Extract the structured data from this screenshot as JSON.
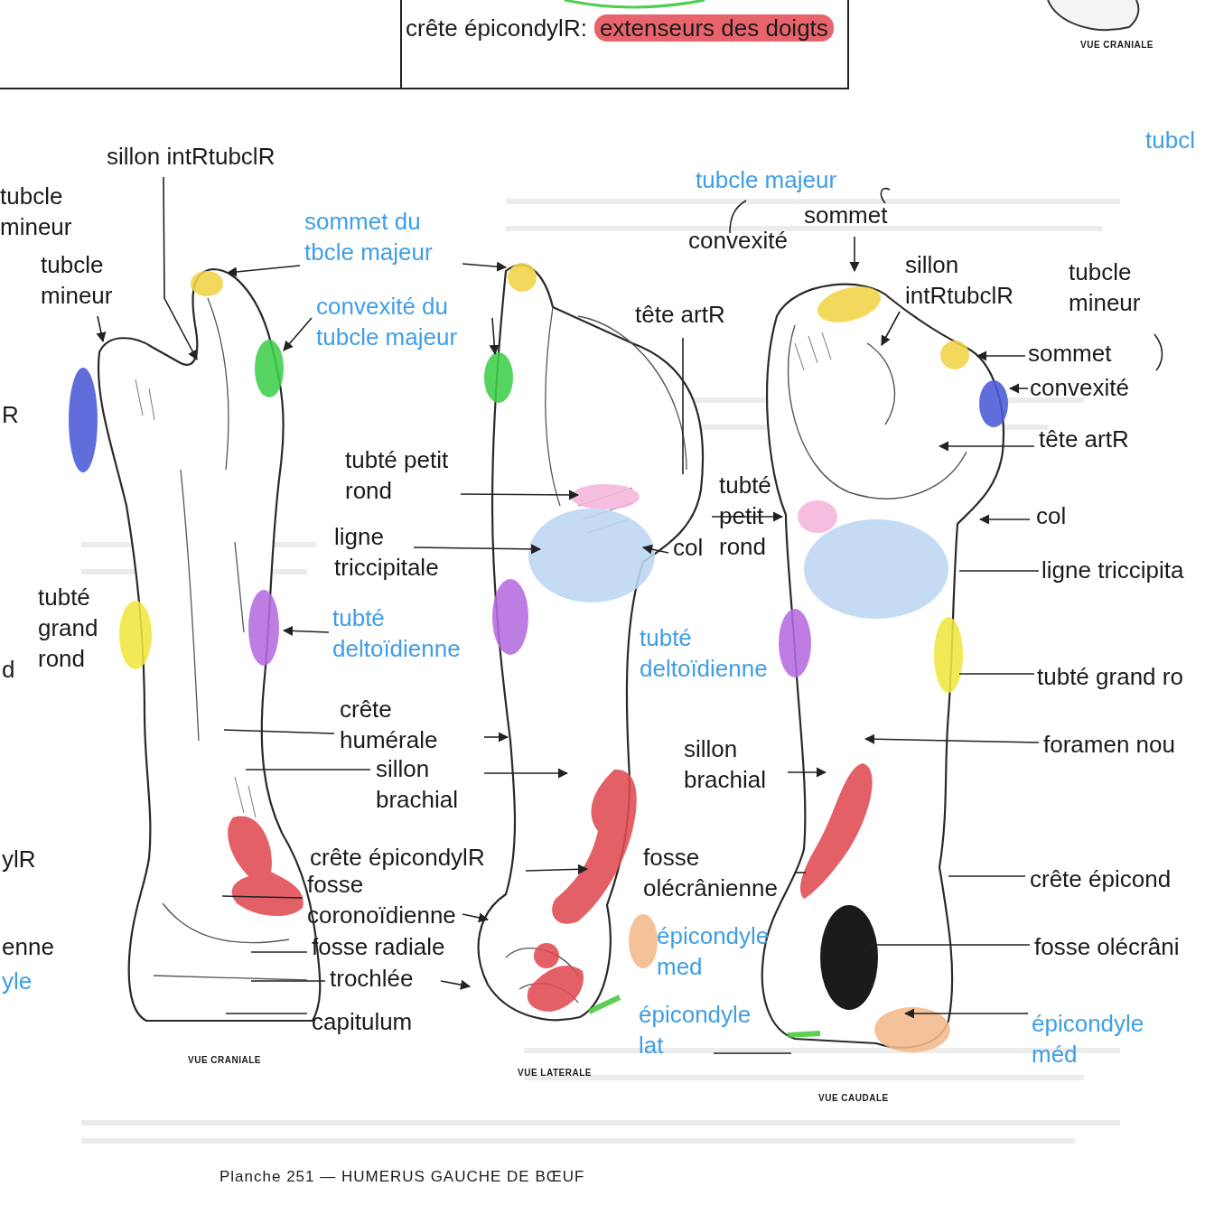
{
  "diagram": {
    "caption": "Planche 251 — HUMERUS GAUCHE DE BŒUF",
    "labels": [
      "crête épicondylR:",
      "extenseurs des doigts",
      "VUE CRANIALE",
      "tubcl",
      "sillon intRtubclR",
      "tubcle mineur",
      "tubcle mineur",
      "sommet du tbcle majeur",
      "convexité du tubcle majeur",
      "R",
      "tubté petit rond",
      "ligne triccipitale",
      "tubté grand rond",
      "tubté deltoïdienne",
      "d",
      "crête humérale",
      "sillon brachial",
      "ylR",
      "crête épicondylR",
      "fosse coronoïdienne",
      "enne",
      "fosse radiale",
      "yle",
      "trochlée",
      "capitulum",
      "VUE CRANIALE",
      "tête artR",
      "tubté petit rond",
      "col",
      "tubté deltoïdienne",
      "sillon brachial",
      "fosse olécrânienne",
      "épicondyle med",
      "épicondyle lat",
      "VUE LATERALE",
      "tubcle majeur",
      "sommet",
      "convexité",
      "sillon intRtubclR",
      "tubcle mineur",
      "sommet",
      "convexité",
      "tête artR",
      "col",
      "ligne triccipita",
      "tubté grand ro",
      "foramen nou",
      "crête épicond",
      "fosse olécrâni",
      "épicondyle méd",
      "VUE CAUDALE"
    ]
  }
}
